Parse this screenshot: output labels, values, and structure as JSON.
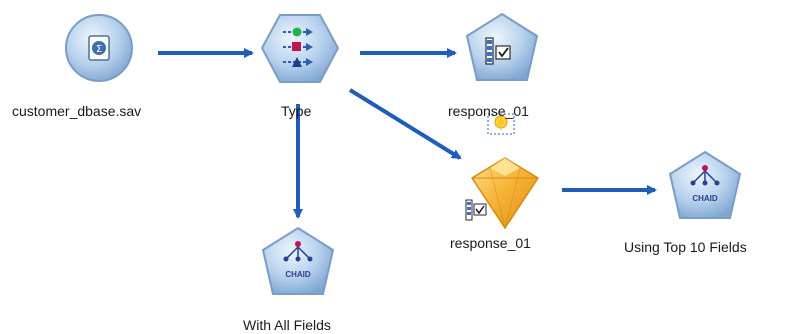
{
  "nodes": {
    "source": {
      "label": "customer_dbase.sav",
      "icon": "sav-file-source-icon"
    },
    "type": {
      "label": "Type",
      "icon": "type-node-icon"
    },
    "response_table": {
      "label": "response_01",
      "icon": "response-generated-node-icon"
    },
    "response_model": {
      "label": "response_01",
      "icon": "generated-model-nugget-icon"
    },
    "chaid_top10": {
      "label": "Using Top 10 Fields",
      "icon": "chaid-model-icon",
      "badge": "CHAID"
    },
    "chaid_all": {
      "label": "With All Fields",
      "icon": "chaid-model-icon",
      "badge": "CHAID"
    }
  },
  "colors": {
    "arrow": "#1f5db8",
    "node_fill": "#aac8e8",
    "node_stroke": "#7a9dc6",
    "nugget": "#f4b534"
  }
}
